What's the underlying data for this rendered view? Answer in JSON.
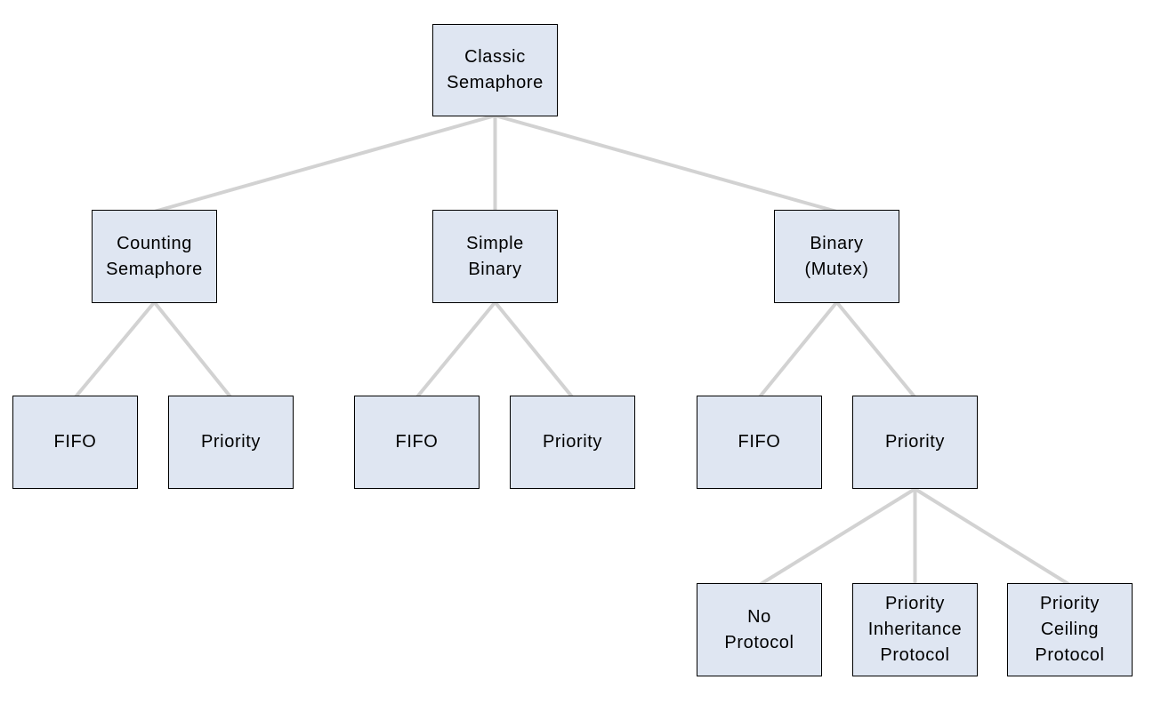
{
  "diagram": {
    "type": "tree",
    "background": "#ffffff",
    "colors": {
      "node_fill": "#dfe6f2",
      "node_border": "#000000",
      "edge": "#d2d2d2",
      "text": "#000000"
    },
    "nodes": [
      {
        "id": "classic-semaphore",
        "label": "Classic\nSemaphore"
      },
      {
        "id": "counting-semaphore",
        "label": "Counting\nSemaphore"
      },
      {
        "id": "simple-binary",
        "label": "Simple\nBinary"
      },
      {
        "id": "binary-mutex",
        "label": "Binary\n(Mutex)"
      },
      {
        "id": "counting-fifo",
        "label": "FIFO"
      },
      {
        "id": "counting-priority",
        "label": "Priority"
      },
      {
        "id": "simple-binary-fifo",
        "label": "FIFO"
      },
      {
        "id": "simple-binary-priority",
        "label": "Priority"
      },
      {
        "id": "binary-fifo",
        "label": "FIFO"
      },
      {
        "id": "binary-priority",
        "label": "Priority"
      },
      {
        "id": "no-protocol",
        "label": "No\nProtocol"
      },
      {
        "id": "priority-inheritance-protocol",
        "label": "Priority\nInheritance\nProtocol"
      },
      {
        "id": "priority-ceiling-protocol",
        "label": "Priority\nCeiling\nProtocol"
      }
    ],
    "edges": [
      {
        "from": "classic-semaphore",
        "to": "counting-semaphore"
      },
      {
        "from": "classic-semaphore",
        "to": "simple-binary"
      },
      {
        "from": "classic-semaphore",
        "to": "binary-mutex"
      },
      {
        "from": "counting-semaphore",
        "to": "counting-fifo"
      },
      {
        "from": "counting-semaphore",
        "to": "counting-priority"
      },
      {
        "from": "simple-binary",
        "to": "simple-binary-fifo"
      },
      {
        "from": "simple-binary",
        "to": "simple-binary-priority"
      },
      {
        "from": "binary-mutex",
        "to": "binary-fifo"
      },
      {
        "from": "binary-mutex",
        "to": "binary-priority"
      },
      {
        "from": "binary-priority",
        "to": "no-protocol"
      },
      {
        "from": "binary-priority",
        "to": "priority-inheritance-protocol"
      },
      {
        "from": "binary-priority",
        "to": "priority-ceiling-protocol"
      }
    ]
  }
}
